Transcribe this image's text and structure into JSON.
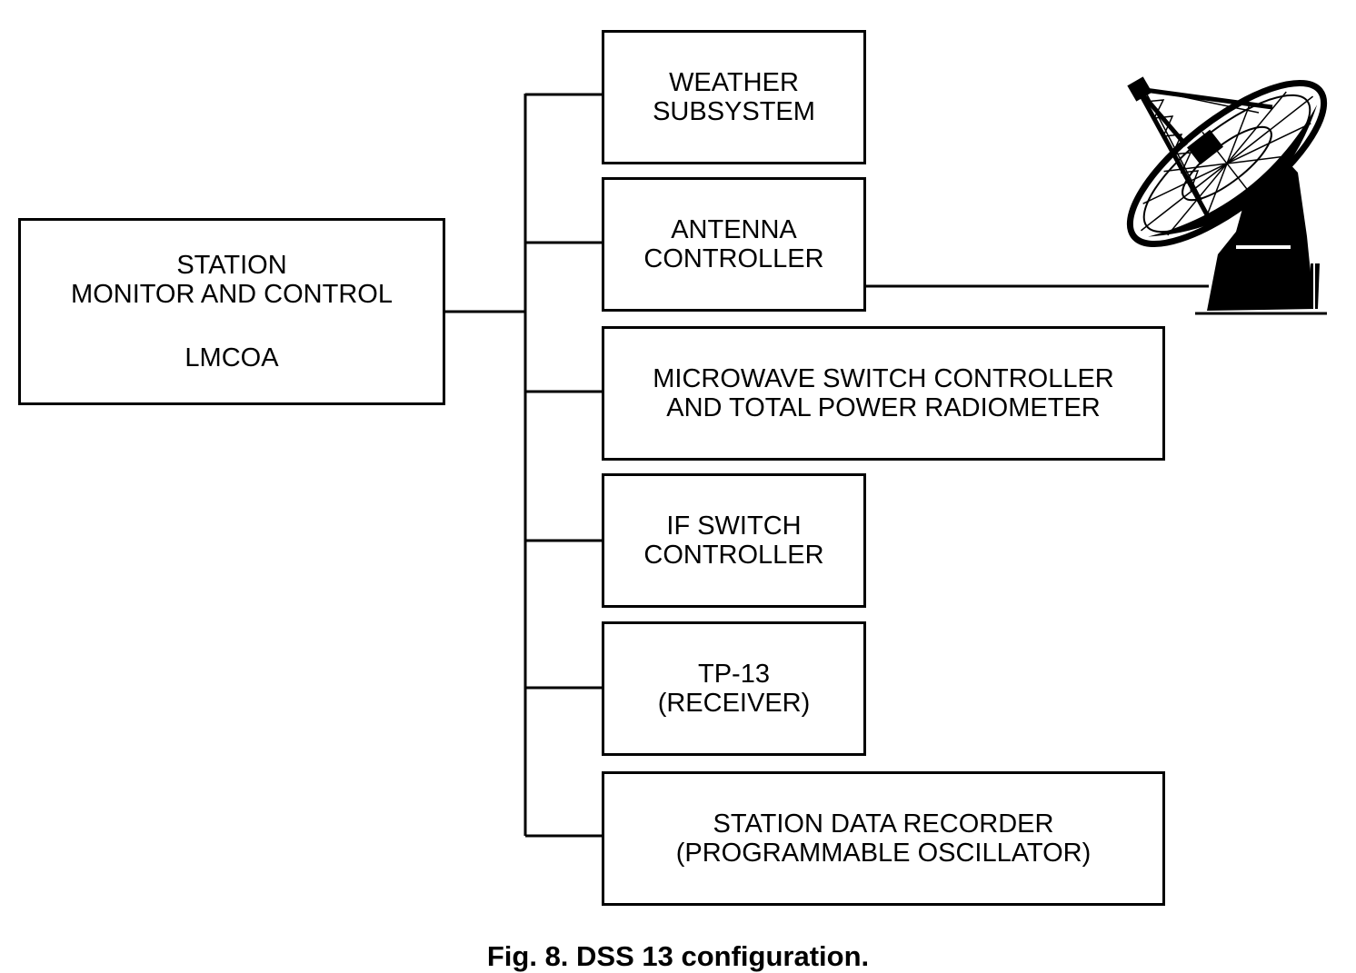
{
  "monitor": {
    "line1": "STATION",
    "line2": "MONITOR AND CONTROL",
    "line3": "LMCOA"
  },
  "subsystems": [
    {
      "line1": "WEATHER",
      "line2": "SUBSYSTEM"
    },
    {
      "line1": "ANTENNA",
      "line2": "CONTROLLER"
    },
    {
      "line1": "MICROWAVE SWITCH CONTROLLER",
      "line2": "AND TOTAL POWER RADIOMETER"
    },
    {
      "line1": "IF SWITCH",
      "line2": "CONTROLLER"
    },
    {
      "line1": "TP-13",
      "line2": "(RECEIVER)"
    },
    {
      "line1": "STATION DATA RECORDER",
      "line2": "(PROGRAMMABLE OSCILLATOR)"
    }
  ],
  "caption": "Fig. 8. DSS 13 configuration.",
  "antenna_icon": "radio-antenna-dish-icon",
  "colors": {
    "line": "#000000",
    "background": "#ffffff"
  }
}
